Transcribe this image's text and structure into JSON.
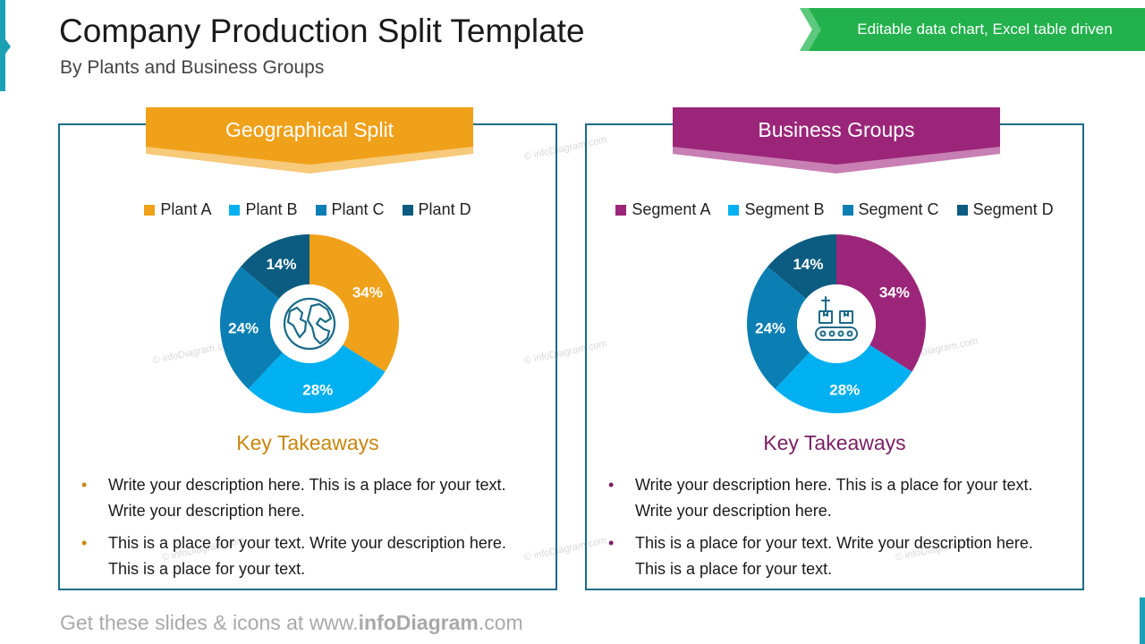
{
  "header": {
    "title": "Company Production Split Template",
    "subtitle": "By Plants and Business Groups",
    "badge": "Editable data chart, Excel table driven"
  },
  "colors": {
    "accent_teal": "#1aa0b4",
    "badge_green": "#22b14c",
    "panel_border": "#1b6b87",
    "left_banner": "#f0a11a",
    "left_banner_shadow": "#f7c97a",
    "right_banner": "#9b2679",
    "right_banner_shadow": "#c87fb3",
    "left_takeaway": "#c8860f",
    "right_takeaway": "#7a1f63"
  },
  "chart_data": [
    {
      "type": "pie",
      "title": "Geographical Split",
      "center_icon": "globe-icon",
      "series": [
        {
          "values": [
            34,
            28,
            24,
            14
          ]
        }
      ],
      "categories": [
        "Plant A",
        "Plant B",
        "Plant C",
        "Plant D"
      ],
      "labels": [
        "34%",
        "28%",
        "24%",
        "14%"
      ],
      "colors": [
        "#f0a11a",
        "#00b0f0",
        "#0b7fb3",
        "#0b5c80"
      ],
      "legend": "top"
    },
    {
      "type": "pie",
      "title": "Business Groups",
      "center_icon": "conveyor-belt-icon",
      "series": [
        {
          "values": [
            34,
            28,
            24,
            14
          ]
        }
      ],
      "categories": [
        "Segment A",
        "Segment B",
        "Segment C",
        "Segment D"
      ],
      "labels": [
        "34%",
        "28%",
        "24%",
        "14%"
      ],
      "colors": [
        "#9b2679",
        "#00b0f0",
        "#0b7fb3",
        "#0b5c80"
      ],
      "legend": "top"
    }
  ],
  "panels": {
    "left": {
      "takeaways_title": "Key Takeaways",
      "bullets": [
        "Write your description here. This is a place for your text. Write your description here.",
        "This is a place for your text. Write your description here. This is a place for your text."
      ]
    },
    "right": {
      "takeaways_title": "Key Takeaways",
      "bullets": [
        "Write your description here. This is a place for your text. Write your description here.",
        "This is a place for your text. Write your description here. This is a place for your text."
      ]
    }
  },
  "bullet_glyph": "•",
  "watermark_text": "© infoDiagram.com",
  "footer": {
    "prefix": "Get these slides & icons at www.",
    "brand": "infoDiagram",
    "suffix": ".com"
  }
}
